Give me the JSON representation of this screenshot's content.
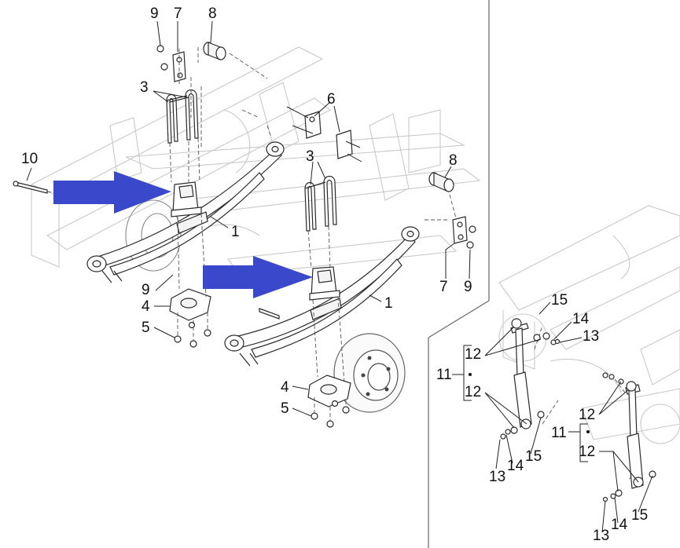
{
  "labels": {
    "l9a": "9",
    "l7a": "7",
    "l8a": "8",
    "l3a": "3",
    "l6": "6",
    "l10": "10",
    "l3b": "3",
    "l8b": "8",
    "l1a": "1",
    "l9b": "9",
    "l4a": "4",
    "l5a": "5",
    "l1b": "1",
    "l7b": "7",
    "l9c": "9",
    "l4b": "4",
    "l5b": "5",
    "l15a": "15",
    "l14a": "14",
    "l13a": "13",
    "l12a": "12",
    "l11a": "11",
    "l12b": "12",
    "l13b": "13",
    "l14b": "14",
    "l15b": "15",
    "l12c": "12",
    "l11b": "11",
    "l12d": "12",
    "l13c": "13",
    "l14c": "14",
    "l15c": "15"
  },
  "colors": {
    "arrow": "#3a49cc",
    "frame": "#c9c9c9",
    "line": "#2a2a2a"
  }
}
